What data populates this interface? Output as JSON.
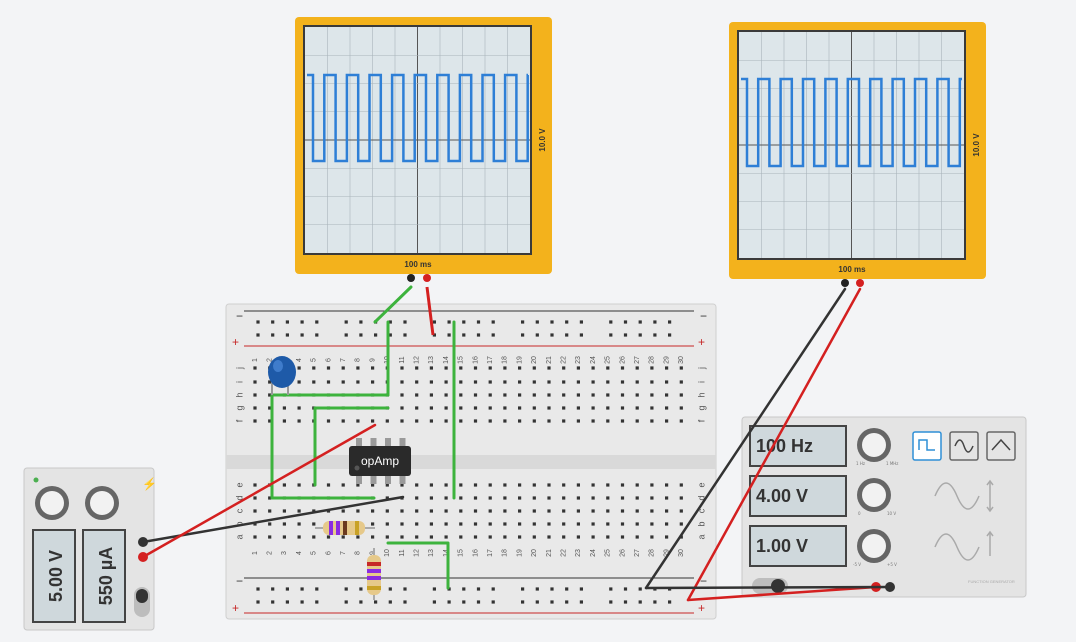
{
  "oscilloscope_1": {
    "time_div": "100 ms",
    "volt_div": "10.0 V"
  },
  "oscilloscope_2": {
    "time_div": "100 ms",
    "volt_div": "10.0 V"
  },
  "power_supply": {
    "voltage": "5.00 V",
    "current": "550 µA"
  },
  "function_generator": {
    "frequency": "100 Hz",
    "amplitude": "4.00 V",
    "dc_offset": "1.00 V",
    "freq_min": "1 Hz",
    "freq_max": "1 MHz",
    "amp_min": "0",
    "amp_max": "10 V",
    "off_min": "-5 V",
    "off_max": "+5 V",
    "brand": "FUNCTION GENERATOR"
  },
  "breadboard": {
    "rows_top": [
      "j",
      "i",
      "h",
      "g",
      "f"
    ],
    "rows_bottom": [
      "e",
      "d",
      "c",
      "b",
      "a"
    ],
    "columns": [
      "1",
      "2",
      "3",
      "4",
      "5",
      "6",
      "7",
      "8",
      "9",
      "10",
      "11",
      "12",
      "13",
      "14",
      "15",
      "16",
      "17",
      "18",
      "19",
      "20",
      "21",
      "22",
      "23",
      "24",
      "25",
      "26",
      "27",
      "28",
      "29",
      "30"
    ],
    "plus": "+",
    "minus": "−"
  },
  "chip": {
    "label": "opAmp"
  }
}
